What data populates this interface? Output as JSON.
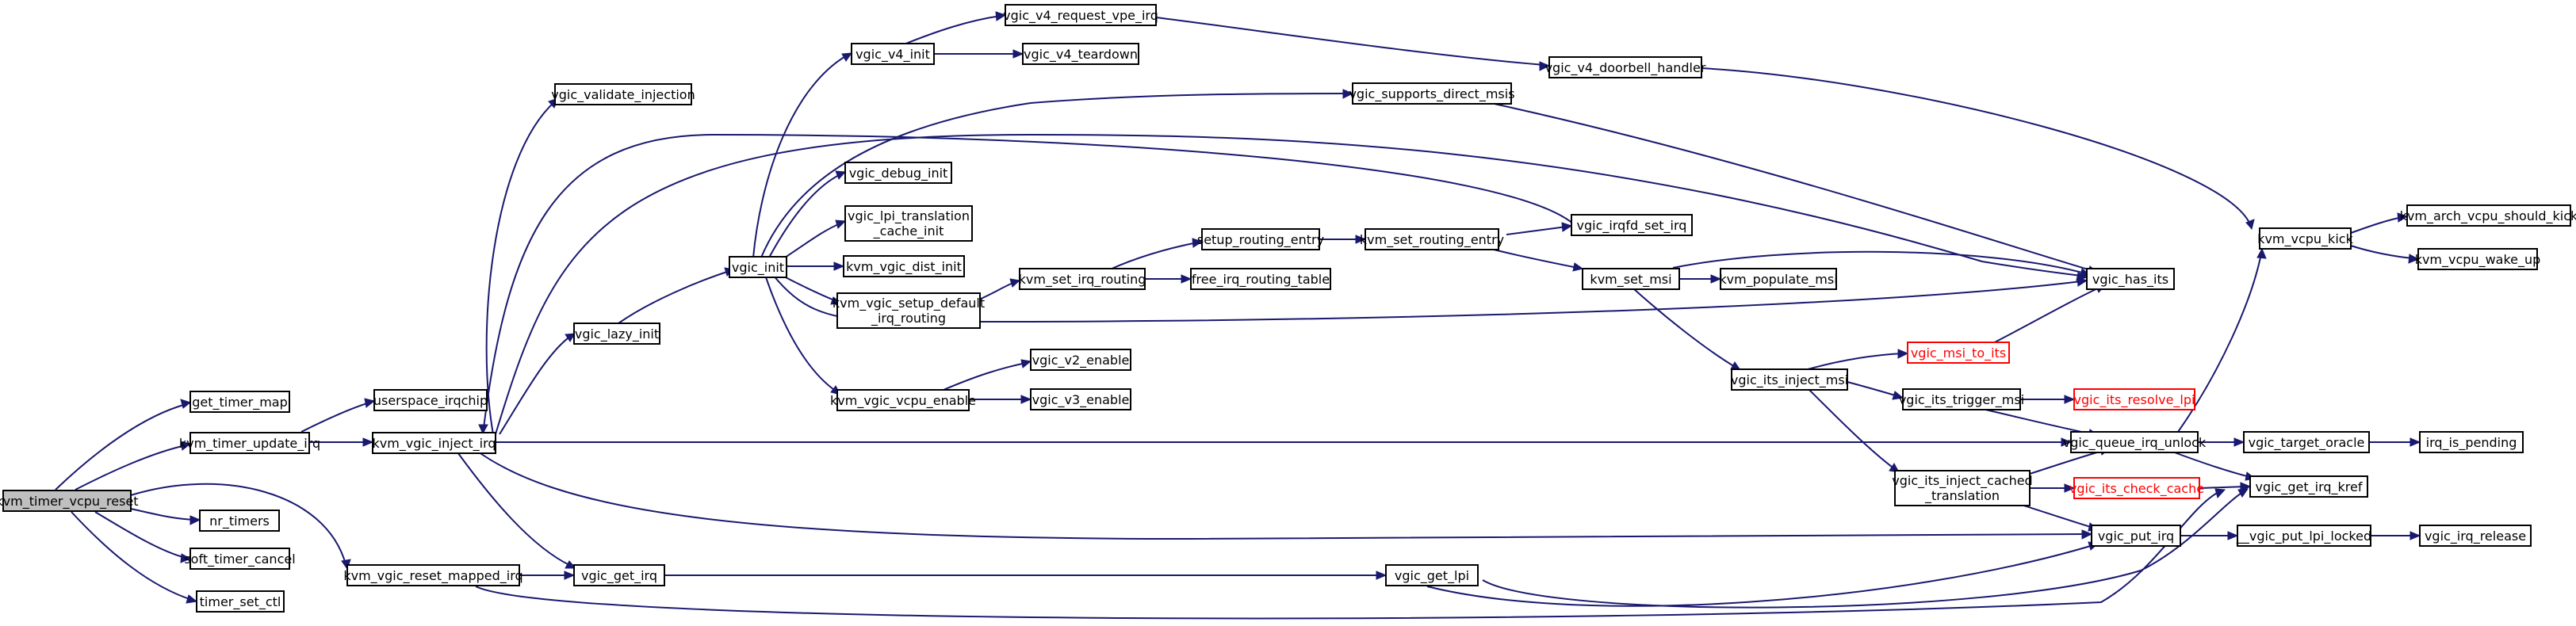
{
  "graph": {
    "colors": {
      "edge": "#191970",
      "root_fill": "#bfbfbf",
      "node_border": "#000000",
      "incomplete_node_border": "#ff0000"
    },
    "nodes": {
      "kvm_timer_vcpu_reset": "kvm_timer_vcpu_reset",
      "get_timer_map": "get_timer_map",
      "kvm_timer_update_irq": "kvm_timer_update_irq",
      "nr_timers": "nr_timers",
      "soft_timer_cancel": "soft_timer_cancel",
      "timer_set_ctl": "timer_set_ctl",
      "kvm_vgic_reset_mapped_irq": "kvm_vgic_reset_mapped_irq",
      "userspace_irqchip": "userspace_irqchip",
      "kvm_vgic_inject_irq": "kvm_vgic_inject_irq",
      "vgic_validate_injection": "vgic_validate_injection",
      "vgic_lazy_init": "vgic_lazy_init",
      "vgic_init": "vgic_init",
      "vgic_v4_init": "vgic_v4_init",
      "vgic_v4_request_vpe_irq": "vgic_v4_request_vpe_irq",
      "vgic_v4_teardown": "vgic_v4_teardown",
      "vgic_v4_doorbell_handler": "vgic_v4_doorbell_handler",
      "vgic_supports_direct_msis": "vgic_supports_direct_msis",
      "vgic_debug_init": "vgic_debug_init",
      "vgic_lpi_translation_cache_init_1": "vgic_lpi_translation",
      "vgic_lpi_translation_cache_init_2": "_cache_init",
      "kvm_vgic_dist_init": "kvm_vgic_dist_init",
      "kvm_vgic_setup_default_irq_routing_1": "kvm_vgic_setup_default",
      "kvm_vgic_setup_default_irq_routing_2": "_irq_routing",
      "kvm_vgic_vcpu_enable": "kvm_vgic_vcpu_enable",
      "vgic_v2_enable": "vgic_v2_enable",
      "vgic_v3_enable": "vgic_v3_enable",
      "kvm_set_irq_routing": "kvm_set_irq_routing",
      "setup_routing_entry": "setup_routing_entry",
      "free_irq_routing_table": "free_irq_routing_table",
      "kvm_set_routing_entry": "kvm_set_routing_entry",
      "vgic_irqfd_set_irq": "vgic_irqfd_set_irq",
      "kvm_set_msi": "kvm_set_msi",
      "kvm_populate_msi": "kvm_populate_msi",
      "vgic_has_its": "vgic_has_its",
      "vgic_its_inject_msi": "vgic_its_inject_msi",
      "vgic_msi_to_its": "vgic_msi_to_its",
      "vgic_its_trigger_msi": "vgic_its_trigger_msi",
      "vgic_its_resolve_lpi": "vgic_its_resolve_lpi",
      "vgic_its_inject_cached_translation_1": "vgic_its_inject_cached",
      "vgic_its_inject_cached_translation_2": "_translation",
      "vgic_its_check_cache": "vgic_its_check_cache",
      "vgic_queue_irq_unlock": "vgic_queue_irq_unlock",
      "kvm_vcpu_kick": "kvm_vcpu_kick",
      "kvm_arch_vcpu_should_kick": "kvm_arch_vcpu_should_kick",
      "kvm_vcpu_wake_up": "kvm_vcpu_wake_up",
      "vgic_target_oracle": "vgic_target_oracle",
      "irq_is_pending": "irq_is_pending",
      "vgic_get_irq_kref": "vgic_get_irq_kref",
      "vgic_put_irq": "vgic_put_irq",
      "__vgic_put_lpi_locked": "__vgic_put_lpi_locked",
      "vgic_irq_release": "vgic_irq_release",
      "vgic_get_irq": "vgic_get_irq",
      "vgic_get_lpi": "vgic_get_lpi"
    }
  }
}
